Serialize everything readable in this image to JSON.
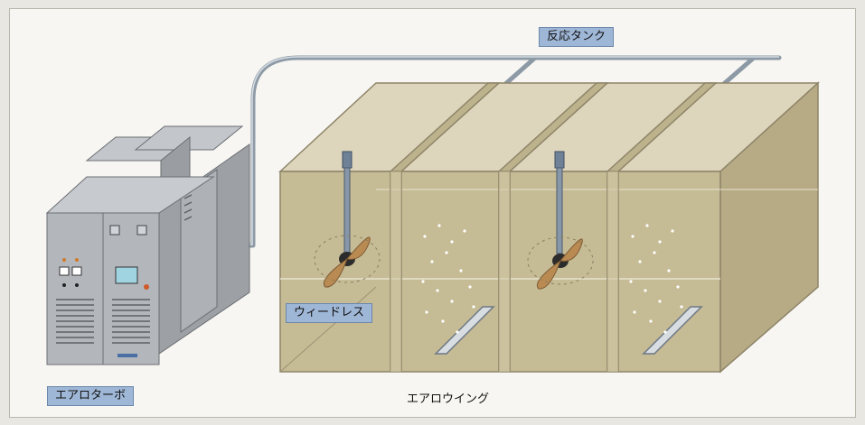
{
  "labels": {
    "reaction_tank": "反応タンク",
    "weedless": "ウィードレス",
    "aero_turbo": "エアロターボ",
    "aero_wing": "エアロウイング"
  },
  "colors": {
    "tank_fill": "#c5bb95",
    "tank_dark": "#a99d78",
    "tank_side": "#b7ab86",
    "machine": "#a8abb0",
    "machine_dark": "#84878c",
    "pipe": "#9aa7b3",
    "label_bg": "#9fb7d6",
    "propeller": "#b98a52"
  },
  "icons": [
    "blower-unit-icon",
    "pipe-icon",
    "propeller-mixer-icon",
    "diffuser-icon",
    "air-bubbles-icon"
  ]
}
